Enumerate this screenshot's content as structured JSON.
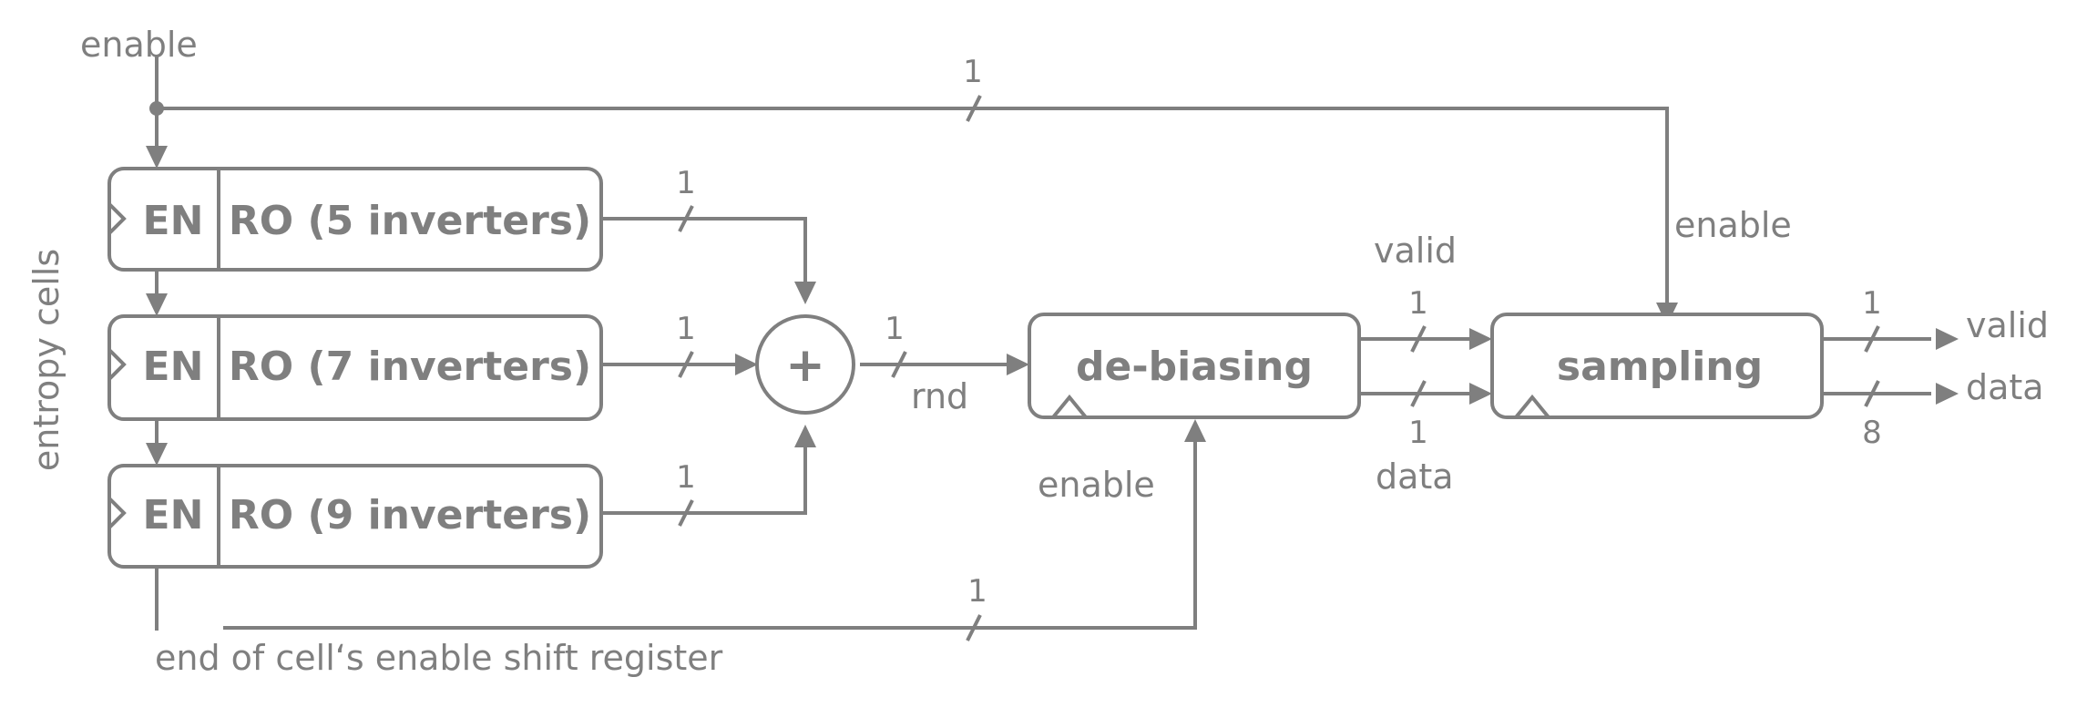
{
  "labels": {
    "enable_top": "enable",
    "entropy_cells": "entropy cells",
    "en": "EN",
    "ro5": "RO (5 inverters)",
    "ro7": "RO (7 inverters)",
    "ro9": "RO (9 inverters)",
    "xor": "+",
    "rnd": "rnd",
    "debiasing": "de-biasing",
    "sampling": "sampling",
    "enable_sampling": "enable",
    "enable_debias": "enable",
    "valid_in": "valid",
    "data_in": "data",
    "valid_out": "valid",
    "data_out": "data",
    "end_register": "end of cell‘s enable shift register"
  },
  "bus_widths": {
    "enable_line": "1",
    "ro5": "1",
    "ro7": "1",
    "ro9": "1",
    "rnd": "1",
    "valid_in": "1",
    "data_in": "1",
    "valid_out": "1",
    "data_out": "8",
    "end_register": "1"
  },
  "colors": {
    "stroke": "#7f7f7f",
    "background": "#ffffff"
  }
}
